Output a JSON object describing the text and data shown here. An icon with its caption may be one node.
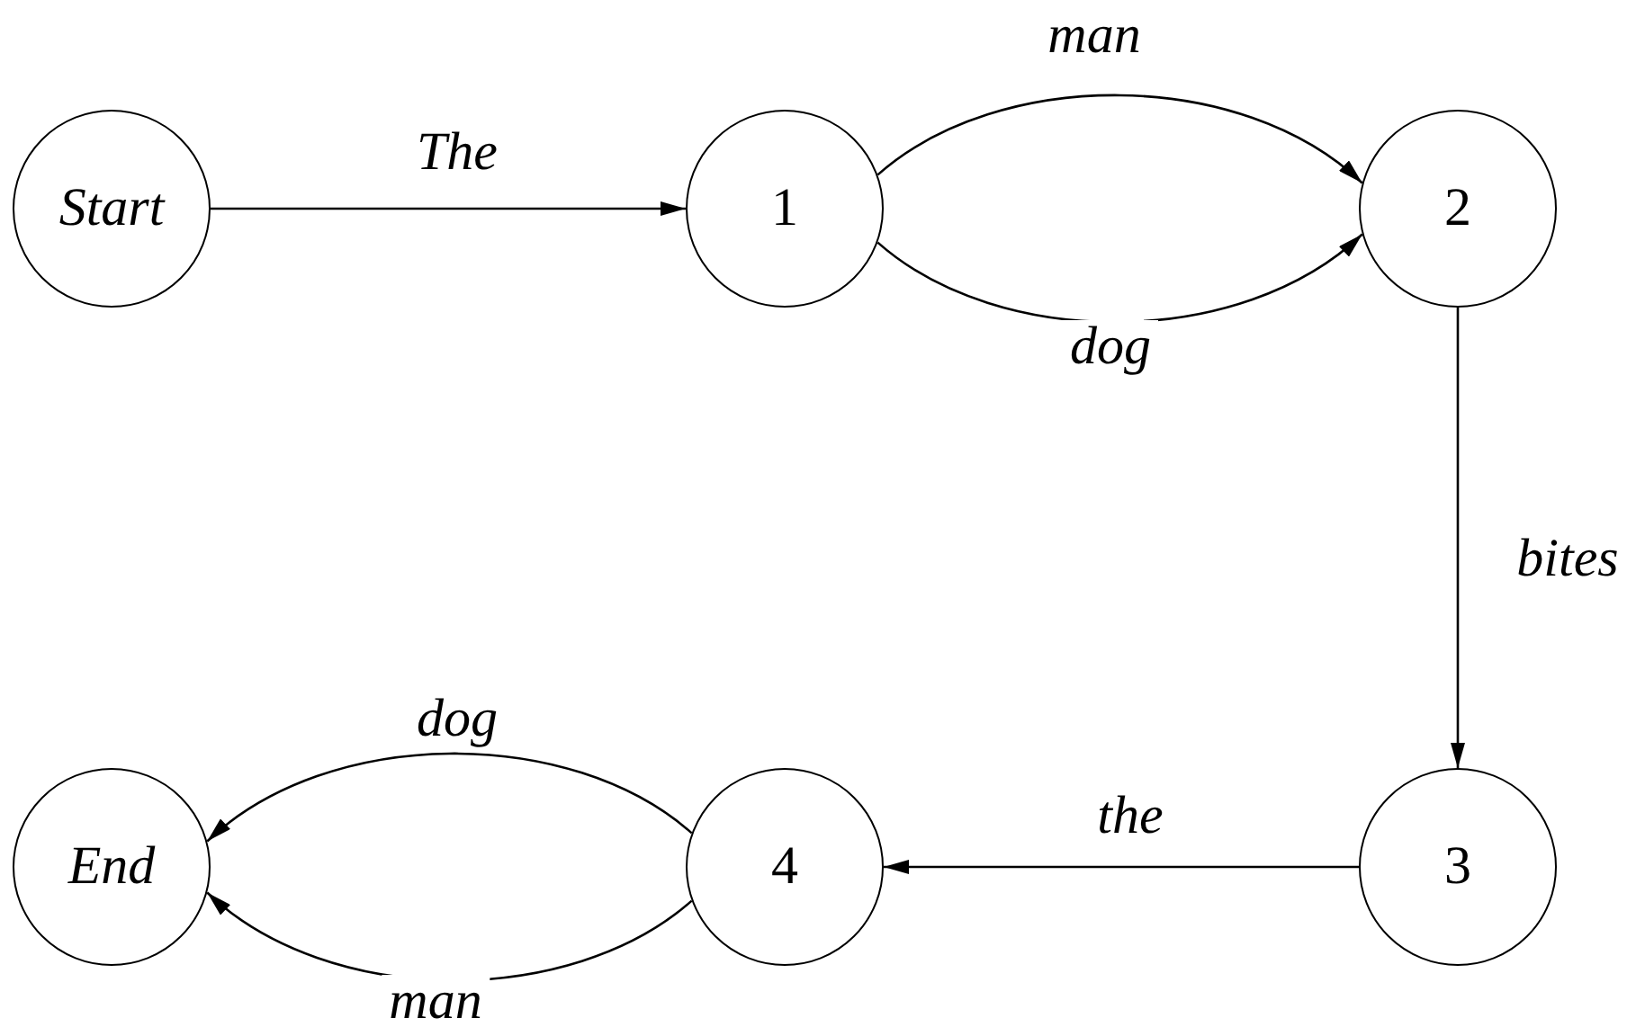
{
  "diagram": {
    "nodes": [
      {
        "text": [
          "Start"
        ]
      },
      {
        "text": [
          "1"
        ]
      },
      {
        "text": [
          "2"
        ]
      },
      {
        "text": [
          "3"
        ]
      },
      {
        "text": [
          "4"
        ]
      },
      {
        "text": [
          "End"
        ]
      }
    ],
    "edges": [
      {
        "from": 0,
        "to": 1,
        "arrow": "to",
        "label": "The"
      },
      {
        "from": 1,
        "to": 2,
        "arrow": "to",
        "label": "man"
      },
      {
        "from": 1,
        "to": 2,
        "arrow": "to",
        "label": "dog"
      },
      {
        "from": 2,
        "to": 3,
        "arrow": "to",
        "label": "bites"
      },
      {
        "from": 3,
        "to": 4,
        "arrow": "to",
        "label": "the"
      },
      {
        "from": 4,
        "to": 5,
        "arrow": "to",
        "label": "dog"
      },
      {
        "from": 4,
        "to": 5,
        "arrow": "to",
        "label": "man"
      }
    ]
  }
}
